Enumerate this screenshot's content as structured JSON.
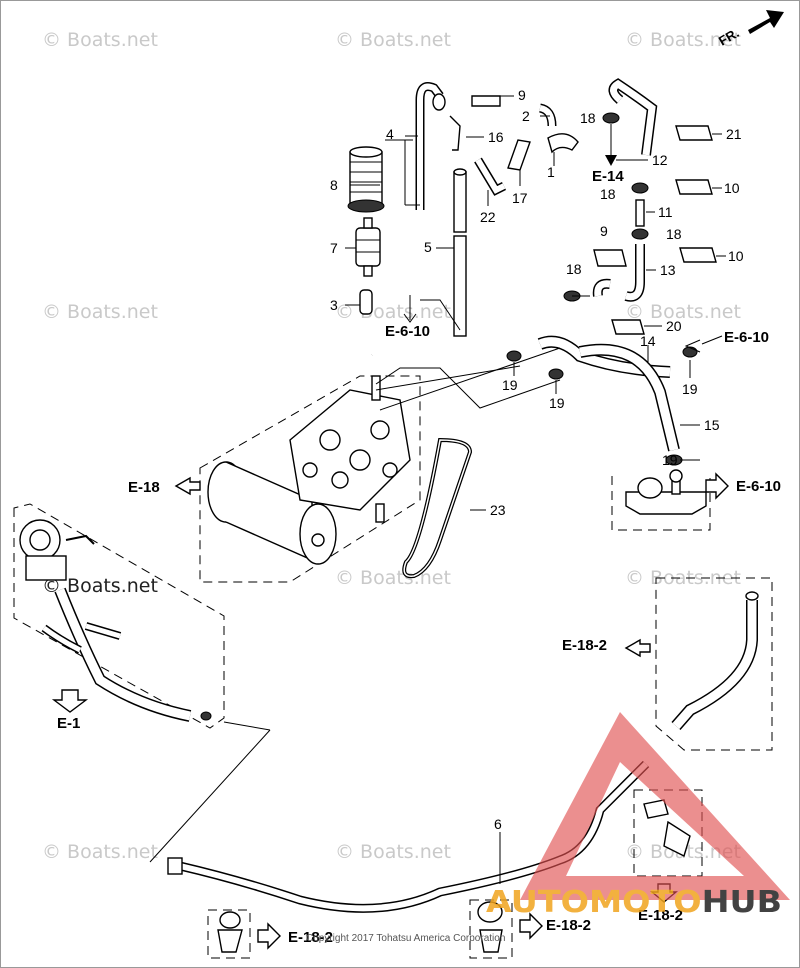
{
  "watermark": "© Boats.net",
  "copyright": "Copyright 2017 Tohatsu America Corporation",
  "brand": {
    "part1": "AUTOMOTO",
    "part2": "HUB",
    "color1": "#f0a41e",
    "color2": "#222222",
    "triangle_color": "#e05050"
  },
  "front_indicator": "FR.",
  "part_numbers": [
    "1",
    "2",
    "3",
    "4",
    "5",
    "6",
    "7",
    "8",
    "9",
    "9",
    "10",
    "10",
    "11",
    "12",
    "13",
    "14",
    "15",
    "16",
    "17",
    "18",
    "18",
    "18",
    "18",
    "19",
    "19",
    "19",
    "19",
    "20",
    "21",
    "22",
    "23"
  ],
  "refs": {
    "e_6_10_a": "E-6-10",
    "e_6_10_b": "E-6-10",
    "e_6_10_c": "E-6-10",
    "e_14": "E-14",
    "e_18": "E-18",
    "e_1": "E-1",
    "e_18_2_a": "E-18-2",
    "e_18_2_b": "E-18-2",
    "e_18_2_c": "E-18-2",
    "e_18_2_d": "E-18-2"
  }
}
